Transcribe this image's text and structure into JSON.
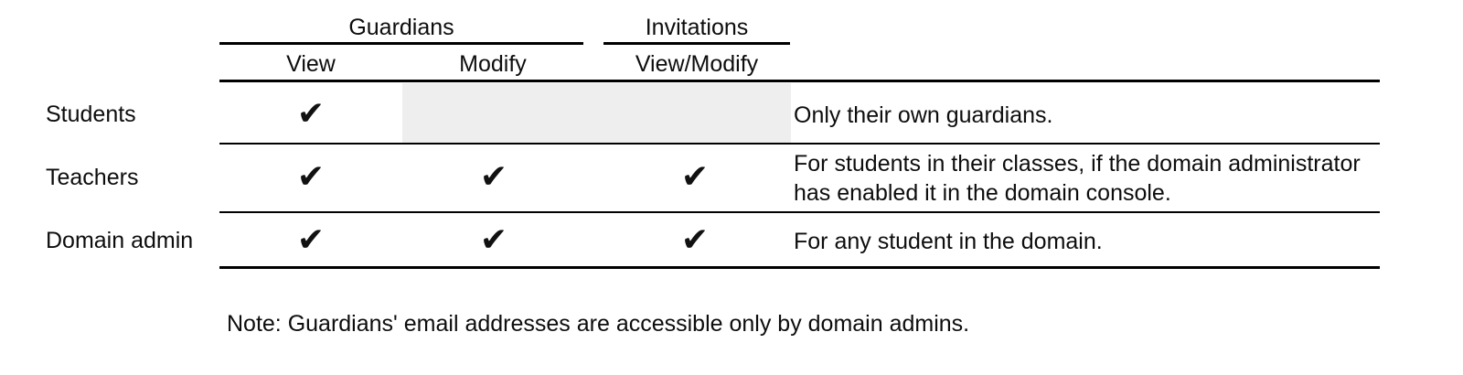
{
  "table": {
    "group_headers": [
      {
        "label": "Guardians",
        "span_cols": [
          "View",
          "Modify"
        ]
      },
      {
        "label": "Invitations",
        "span_cols": [
          "View/Modify"
        ]
      }
    ],
    "column_headers": [
      "View",
      "Modify",
      "View/Modify"
    ],
    "row_header_label": "",
    "notes_header_label": "",
    "rows": [
      {
        "role": "Students",
        "cells": [
          {
            "column": "View",
            "value": "check",
            "mark": "✔",
            "shaded": false
          },
          {
            "column": "Modify",
            "value": "disabled",
            "mark": "",
            "shaded": true
          },
          {
            "column": "View/Modify",
            "value": "disabled",
            "mark": "",
            "shaded": true
          }
        ],
        "note": "Only their own guardians."
      },
      {
        "role": "Teachers",
        "cells": [
          {
            "column": "View",
            "value": "check",
            "mark": "✔",
            "shaded": false
          },
          {
            "column": "Modify",
            "value": "check",
            "mark": "✔",
            "shaded": false
          },
          {
            "column": "View/Modify",
            "value": "check",
            "mark": "✔",
            "shaded": false
          }
        ],
        "note": "For students in their classes, if the domain administrator has enabled it in the domain console."
      },
      {
        "role": "Domain admin",
        "cells": [
          {
            "column": "View",
            "value": "check",
            "mark": "✔",
            "shaded": false
          },
          {
            "column": "Modify",
            "value": "check",
            "mark": "✔",
            "shaded": false
          },
          {
            "column": "View/Modify",
            "value": "check",
            "mark": "✔",
            "shaded": false
          }
        ],
        "note": "For any student in the domain."
      }
    ]
  },
  "footnote": {
    "text": "Note: Guardians' email addresses are accessible only by domain admins."
  },
  "colors": {
    "text": "#0d0d0d",
    "rule": "#000000",
    "shaded_cell": "#eeeeee",
    "background": "#ffffff",
    "checkmark": "#111111"
  },
  "icons": {
    "checkmark": "heavy-check-mark"
  }
}
